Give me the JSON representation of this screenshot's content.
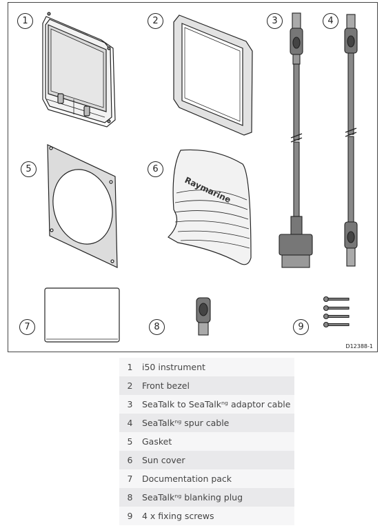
{
  "figure": {
    "code": "D12388-1",
    "callouts": [
      "1",
      "2",
      "3",
      "4",
      "5",
      "6",
      "7",
      "8",
      "9"
    ],
    "sun_cover_brand": "Raymarine"
  },
  "parts": [
    {
      "num": "1",
      "desc": "i50 instrument"
    },
    {
      "num": "2",
      "desc": "Front bezel"
    },
    {
      "num": "3",
      "desc": "SeaTalk to SeaTalkⁿᵍ adaptor cable"
    },
    {
      "num": "4",
      "desc": "SeaTalkⁿᵍ spur cable"
    },
    {
      "num": "5",
      "desc": "Gasket"
    },
    {
      "num": "6",
      "desc": "Sun cover"
    },
    {
      "num": "7",
      "desc": "Documentation pack"
    },
    {
      "num": "8",
      "desc": "SeaTalkⁿᵍ blanking plug"
    },
    {
      "num": "9",
      "desc": "4 x fixing screws"
    }
  ]
}
